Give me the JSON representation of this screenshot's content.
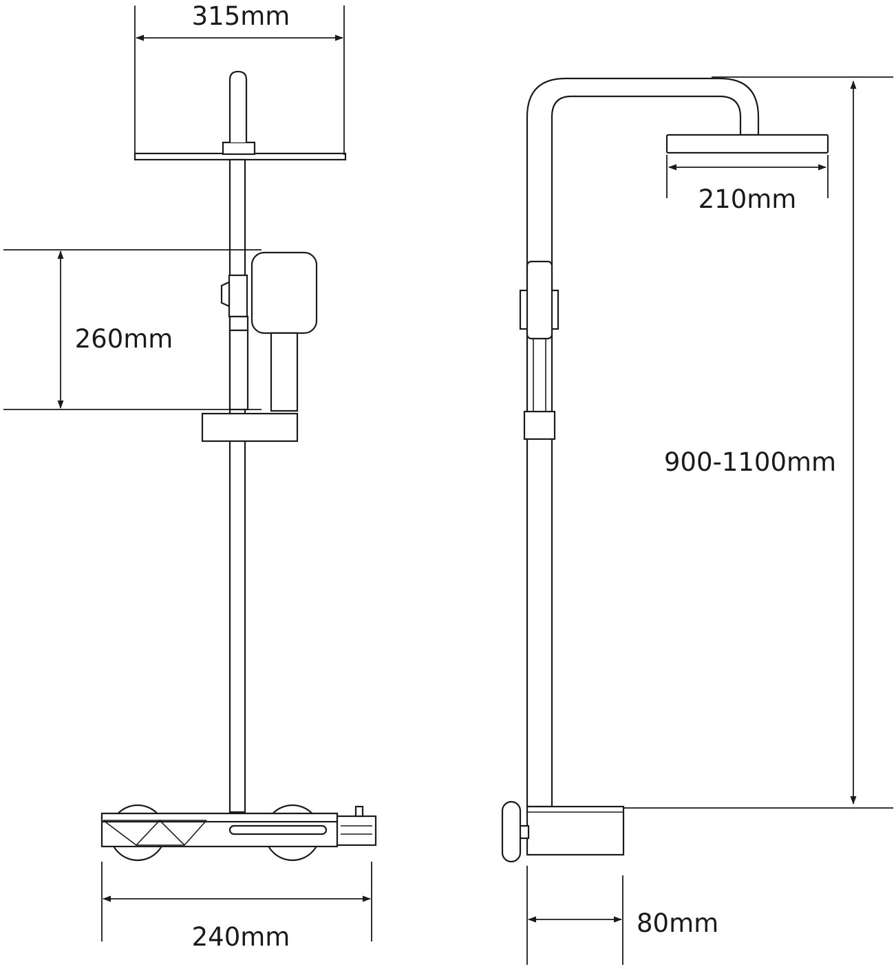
{
  "diagram": {
    "dimensions": {
      "overhead_width": "315mm",
      "slide_bar_length": "260mm",
      "valve_width": "240mm",
      "head_diameter": "210mm",
      "riser_height": "900-1100mm",
      "wall_projection": "80mm"
    }
  },
  "style": {
    "stroke": "#1a1a1a",
    "background": "#ffffff"
  }
}
